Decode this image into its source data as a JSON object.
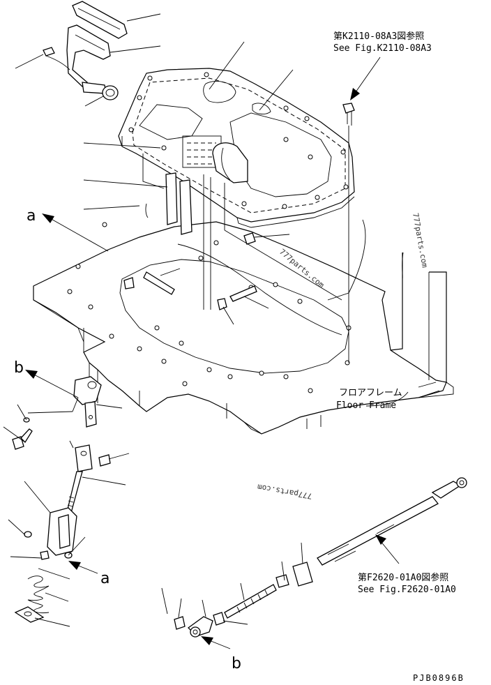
{
  "references": [
    {
      "jp": "第K2110-08A3図参照",
      "en": "See Fig.K2110-08A3"
    },
    {
      "jp": "第F2620-01A0図参照",
      "en": "See Fig.F2620-01A0"
    }
  ],
  "floor_frame": {
    "jp": "フロアフレーム",
    "en": "Floor Frame"
  },
  "markers": {
    "a": "a",
    "b": "b"
  },
  "watermarks": [
    "777parts.com",
    "777parts.com",
    "777parts.com"
  ],
  "drawing_code": "PJB0896B"
}
